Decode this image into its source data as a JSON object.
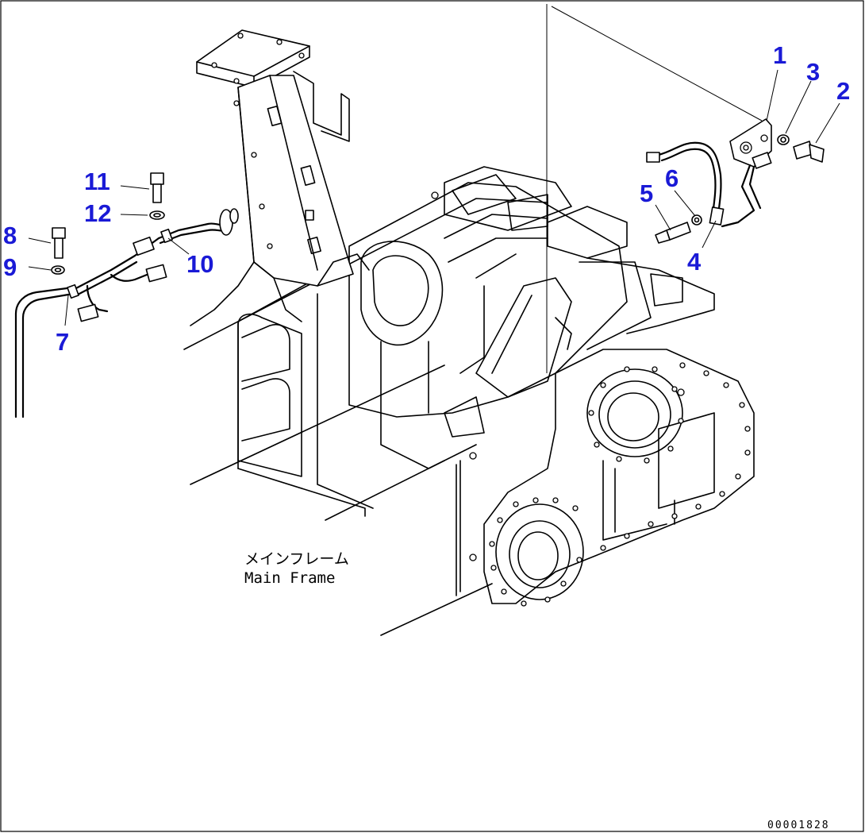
{
  "diagram": {
    "frame_label_jp": "メインフレーム",
    "frame_label_en": "Main Frame",
    "drawing_number": "00001828",
    "callout_color": "#1a1ad6",
    "line_color": "#000000",
    "callouts": [
      {
        "id": "1",
        "label": "1"
      },
      {
        "id": "2",
        "label": "2"
      },
      {
        "id": "3",
        "label": "3"
      },
      {
        "id": "4",
        "label": "4"
      },
      {
        "id": "5",
        "label": "5"
      },
      {
        "id": "6",
        "label": "6"
      },
      {
        "id": "7",
        "label": "7"
      },
      {
        "id": "8",
        "label": "8"
      },
      {
        "id": "9",
        "label": "9"
      },
      {
        "id": "10",
        "label": "10"
      },
      {
        "id": "11",
        "label": "11"
      },
      {
        "id": "12",
        "label": "12"
      }
    ]
  }
}
